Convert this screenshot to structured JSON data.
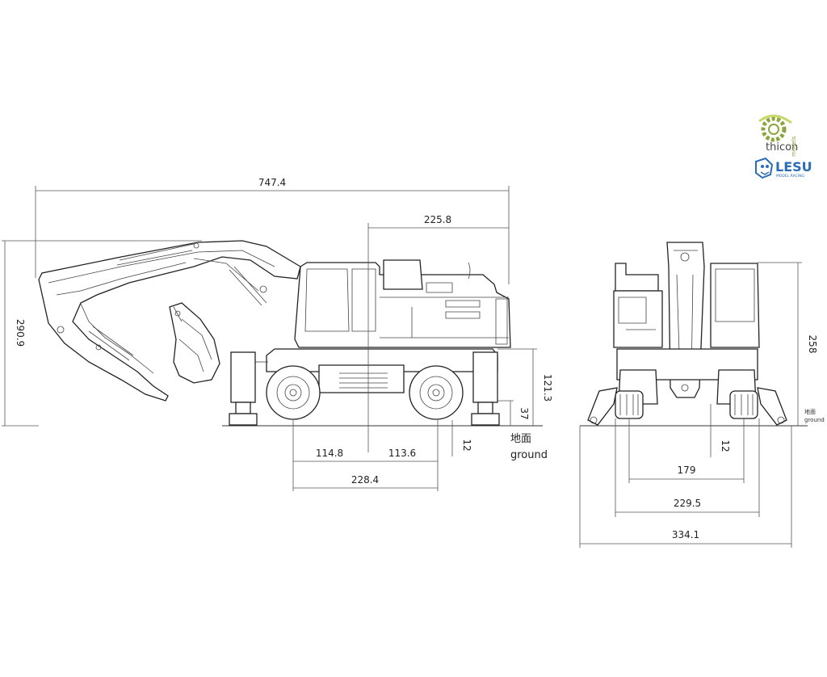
{
  "dimensions": {
    "overall_length": "747.4",
    "rear_overhang": "225.8",
    "overall_height": "290.9",
    "chassis_height": "121.3",
    "outrigger_clearance": "37",
    "ground_clearance_side": "12",
    "front_axle_offset": "114.8",
    "rear_axle_offset": "113.6",
    "wheelbase": "228.4",
    "cab_height": "258",
    "ground_clearance_front": "12",
    "track_width": "179",
    "wheel_width": "229.5",
    "outrigger_span": "334.1"
  },
  "ground_label": {
    "chinese": "地面",
    "english": "ground"
  },
  "ground_label_small": {
    "chinese": "地面",
    "english": "ground"
  },
  "logos": {
    "thicon": "thicon",
    "thicon_sub": "models",
    "lesu": "LESU",
    "lesu_sub": "MODEL RACING"
  },
  "colors": {
    "line": "#333333",
    "thicon_green": "#8aa63a",
    "lesu_blue": "#2a6cb5"
  }
}
